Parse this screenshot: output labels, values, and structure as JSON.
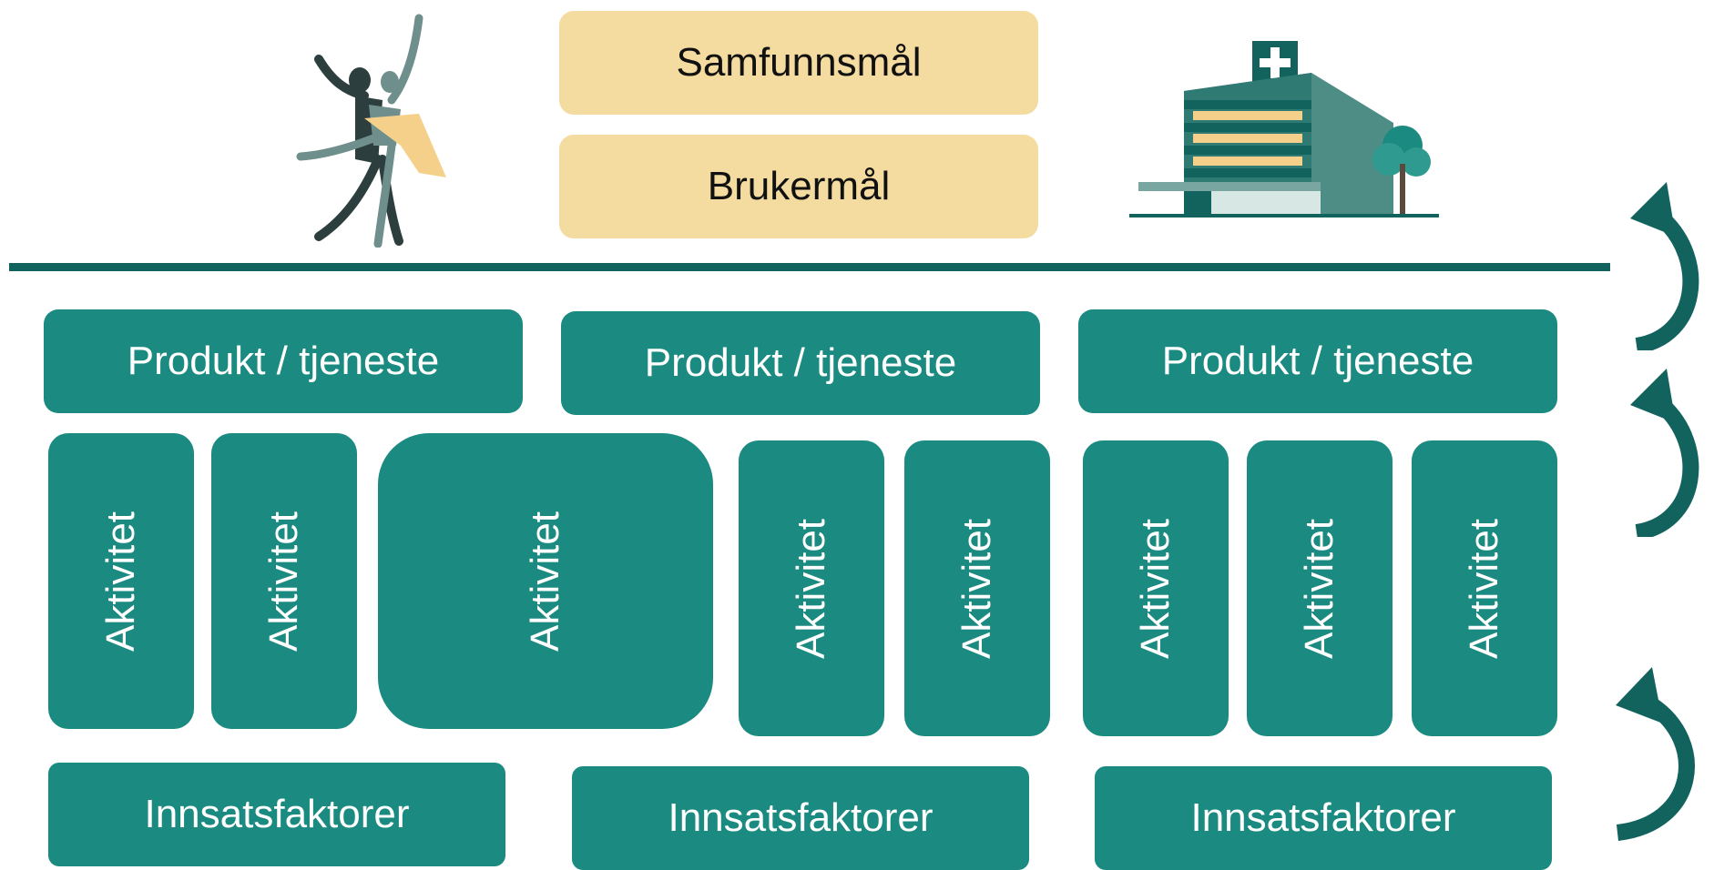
{
  "goals": {
    "samfunnsmal": "Samfunnsmål",
    "brukermal": "Brukermål"
  },
  "products": [
    "Produkt / tjeneste",
    "Produkt / tjeneste",
    "Produkt / tjeneste"
  ],
  "activities": [
    "Aktivitet",
    "Aktivitet",
    "Aktivitet",
    "Aktivitet",
    "Aktivitet",
    "Aktivitet",
    "Aktivitet",
    "Aktivitet"
  ],
  "inputs": [
    "Innsatsfaktorer",
    "Innsatsfaktorer",
    "Innsatsfaktorer"
  ],
  "colors": {
    "teal": "#1b8a80",
    "dark_teal": "#12625e",
    "goal_fill": "#f4dca0"
  },
  "icons": [
    "dancers-illustration",
    "hospital-illustration",
    "curved-arrow-icon"
  ]
}
